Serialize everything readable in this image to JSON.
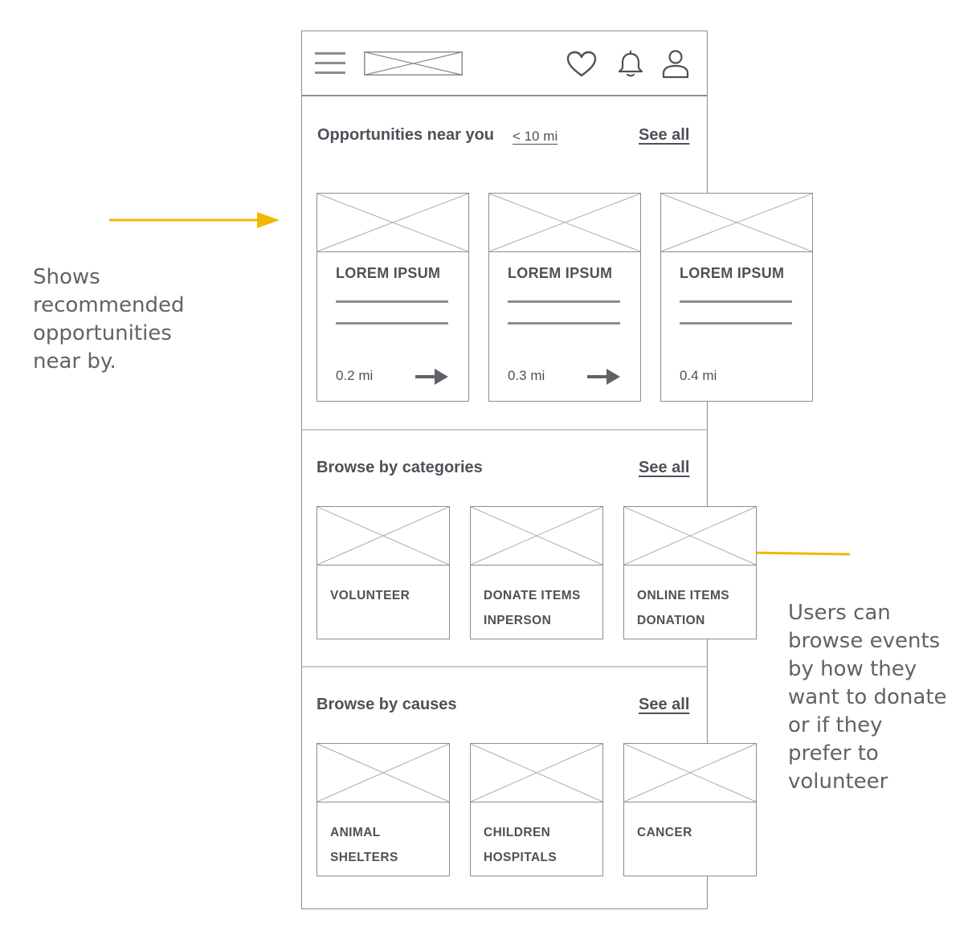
{
  "annotations": {
    "left_note": [
      "Shows",
      "recommended",
      "opportunities",
      "near by."
    ],
    "right_note": [
      "Users can",
      "browse events",
      "by how they",
      "want to donate",
      "or if they",
      "prefer to",
      "volunteer"
    ],
    "arrow_color": "#f2b800"
  },
  "header": {
    "menu_icon": "hamburger-menu-icon",
    "logo": "logo-placeholder",
    "icons": [
      "heart-icon",
      "bell-icon",
      "user-icon"
    ]
  },
  "nearby": {
    "title": "Opportunities near you",
    "distance_filter": "< 10 mi",
    "see_all": "See all",
    "cards": [
      {
        "title": "LOREM IPSUM",
        "distance": "0.2 mi"
      },
      {
        "title": "LOREM IPSUM",
        "distance": "0.3 mi"
      },
      {
        "title": "LOREM IPSUM",
        "distance": "0.4 mi"
      }
    ]
  },
  "categories": {
    "title": "Browse by categories",
    "see_all": "See all",
    "items": [
      {
        "line1": "VOLUNTEER",
        "line2": ""
      },
      {
        "line1": "DONATE ITEMS",
        "line2": "INPERSON"
      },
      {
        "line1": "ONLINE ITEMS",
        "line2": "DONATION"
      }
    ]
  },
  "causes": {
    "title": "Browse by causes",
    "see_all": "See all",
    "items": [
      {
        "line1": "ANIMAL",
        "line2": "SHELTERS"
      },
      {
        "line1": "CHILDREN",
        "line2": "HOSPITALS"
      },
      {
        "line1": "CANCER",
        "line2": ""
      }
    ]
  },
  "colors": {
    "wire": "#8a8d92",
    "text": "#4d5158",
    "note_text": "#5f6368",
    "accent_arrow": "#f2b800"
  }
}
